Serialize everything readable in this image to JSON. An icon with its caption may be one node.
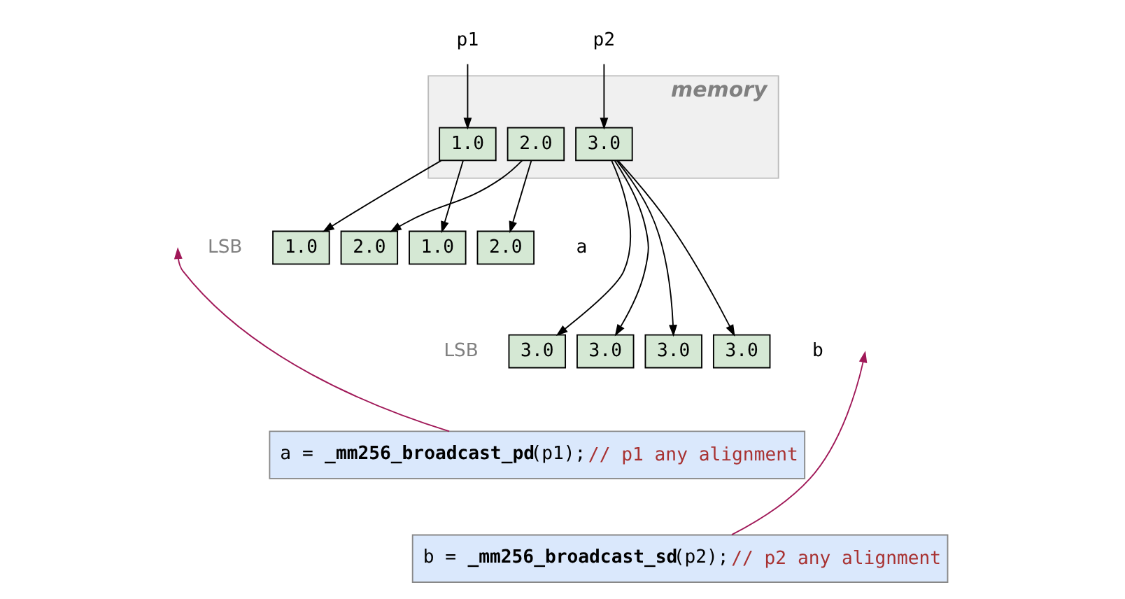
{
  "diagram": {
    "nodes": [
      {
        "text": [
          "memory"
        ]
      },
      {
        "text": [
          "1.0"
        ],
        "in": 0
      },
      {
        "text": [
          "2.0"
        ],
        "in": 0
      },
      {
        "text": [
          "3.0"
        ],
        "in": 0
      },
      {
        "text": [
          "p1"
        ]
      },
      {
        "text": [
          "p2"
        ]
      },
      {
        "text": [
          "1.0"
        ]
      },
      {
        "text": [
          "2.0"
        ]
      },
      {
        "text": [
          "1.0"
        ]
      },
      {
        "text": [
          "2.0"
        ]
      },
      {
        "text": [
          "3.0"
        ]
      },
      {
        "text": [
          "3.0"
        ]
      },
      {
        "text": [
          "3.0"
        ]
      },
      {
        "text": [
          "3.0"
        ]
      },
      {
        "text": [
          "a = **_mm256_broadcast_pd**(p1);",
          "// p1 any alignment"
        ]
      },
      {
        "text": [
          "b = **_mm256_broadcast_sd**(p2);",
          "// p2 any alignment"
        ]
      }
    ],
    "edges": [
      {
        "from": 4,
        "to": 1,
        "arrow": "to"
      },
      {
        "from": 5,
        "to": 3,
        "arrow": "to"
      },
      {
        "from": 1,
        "to": 6,
        "arrow": "to"
      },
      {
        "from": 2,
        "to": 7,
        "arrow": "to"
      },
      {
        "from": 1,
        "to": 8,
        "arrow": "to"
      },
      {
        "from": 2,
        "to": 9,
        "arrow": "to"
      },
      {
        "from": 3,
        "to": 10,
        "arrow": "to"
      },
      {
        "from": 3,
        "to": 11,
        "arrow": "to"
      },
      {
        "from": 3,
        "to": 12,
        "arrow": "to"
      },
      {
        "from": 3,
        "to": 13,
        "arrow": "to"
      },
      {
        "from": 14,
        "to": null,
        "arrow": "to",
        "color": "#a01858"
      },
      {
        "from": 15,
        "to": null,
        "arrow": "to",
        "color": "#a01858"
      }
    ],
    "labels": [
      "LSB",
      "a",
      "LSB",
      "b"
    ]
  }
}
